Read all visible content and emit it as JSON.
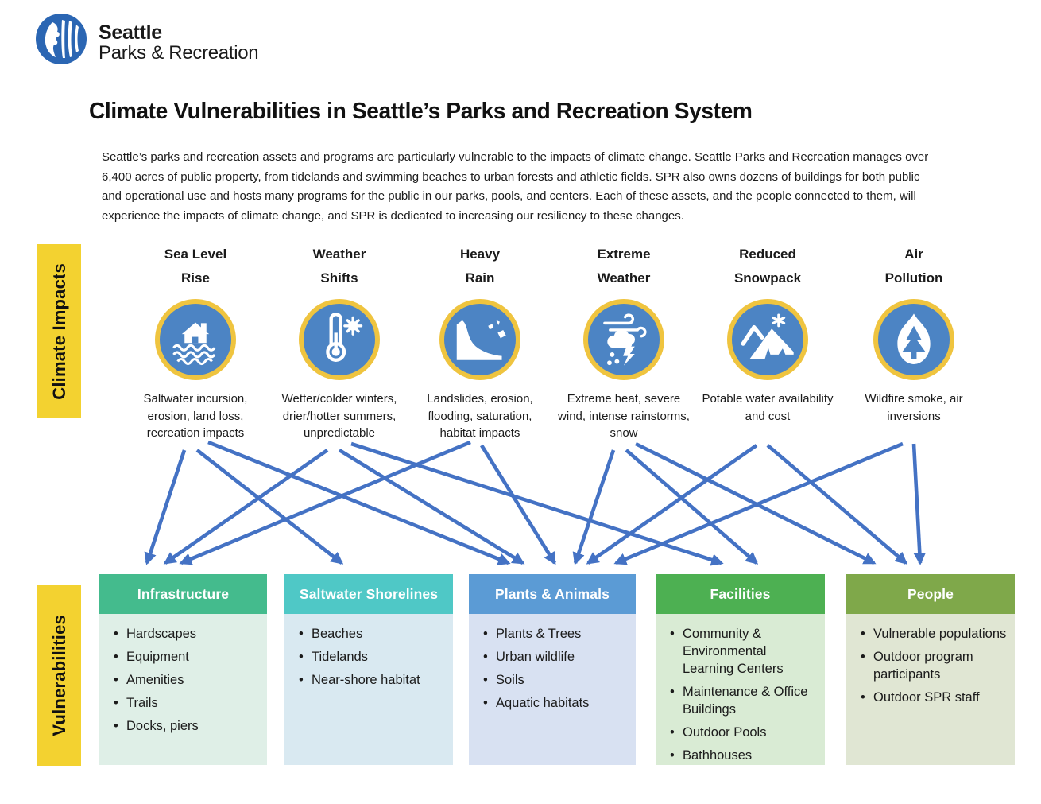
{
  "logo": {
    "brand_top": "Seattle",
    "brand_bottom": "Parks & Recreation"
  },
  "title": "Climate Vulnerabilities in Seattle’s Parks and Recreation System",
  "intro": "Seattle’s parks and recreation assets and programs are particularly vulnerable to the impacts of climate change. Seattle Parks and Recreation manages over 6,400 acres of public property, from tidelands and swimming beaches to urban forests and athletic fields. SPR also owns dozens of buildings for both public and operational use and hosts many programs for the public in our parks, pools, and centers. Each of these assets, and the people connected to them, will experience the impacts of climate change, and SPR is dedicated to increasing our resiliency to these changes.",
  "section_labels": {
    "impacts": "Climate Impacts",
    "vulnerabilities": "Vulnerabilities"
  },
  "impacts": [
    {
      "lines": [
        "Sea Level",
        "Rise"
      ],
      "icon": "flooded-house-icon",
      "description": "Saltwater incursion, erosion, land loss, recreation impacts"
    },
    {
      "lines": [
        "Weather",
        "Shifts"
      ],
      "icon": "thermometer-sun-icon",
      "description": "Wetter/colder winters, drier/hotter summers, unpredictable"
    },
    {
      "lines": [
        "Heavy",
        "Rain"
      ],
      "icon": "landslide-icon",
      "description": "Landslides, erosion, flooding, saturation, habitat impacts"
    },
    {
      "lines": [
        "Extreme",
        "Weather"
      ],
      "icon": "wind-storm-icon",
      "description": "Extreme heat, severe wind, intense rainstorms, snow"
    },
    {
      "lines": [
        "Reduced",
        "Snowpack"
      ],
      "icon": "snowy-mountain-icon",
      "description": "Potable water availability and cost"
    },
    {
      "lines": [
        "Air",
        "Pollution"
      ],
      "icon": "wildfire-icon",
      "description": "Wildfire smoke, air inversions"
    }
  ],
  "vulnerabilities": [
    {
      "title": "Infrastructure",
      "header_color": "#44BB8D",
      "body_color": "#DFEFE7",
      "items": [
        "Hardscapes",
        "Equipment",
        "Amenities",
        "Trails",
        "Docks, piers"
      ]
    },
    {
      "title": "Saltwater Shorelines",
      "header_color": "#4FC8C6",
      "body_color": "#D9E9F1",
      "items": [
        "Beaches",
        "Tidelands",
        "Near-shore habitat"
      ]
    },
    {
      "title": "Plants & Animals",
      "header_color": "#5B9BD5",
      "body_color": "#D8E1F2",
      "items": [
        "Plants & Trees",
        "Urban wildlife",
        "Soils",
        "Aquatic habitats"
      ]
    },
    {
      "title": "Facilities",
      "header_color": "#4DB052",
      "body_color": "#D9EBD4",
      "items": [
        "Community & Environmental Learning Centers",
        "Maintenance & Office Buildings",
        "Outdoor Pools",
        "Bathhouses"
      ]
    },
    {
      "title": "People",
      "header_color": "#7FA84A",
      "body_color": "#E0E6D3",
      "items": [
        "Vulnerable populations",
        "Outdoor program participants",
        "Outdoor SPR staff"
      ]
    }
  ],
  "arrows": {
    "color": "#4472C4",
    "connections": [
      {
        "from": "Sea Level Rise",
        "to": "Infrastructure"
      },
      {
        "from": "Sea Level Rise",
        "to": "Saltwater Shorelines"
      },
      {
        "from": "Sea Level Rise",
        "to": "Plants & Animals"
      },
      {
        "from": "Weather Shifts",
        "to": "Infrastructure"
      },
      {
        "from": "Weather Shifts",
        "to": "Plants & Animals"
      },
      {
        "from": "Weather Shifts",
        "to": "Facilities"
      },
      {
        "from": "Heavy Rain",
        "to": "Infrastructure"
      },
      {
        "from": "Heavy Rain",
        "to": "Plants & Animals"
      },
      {
        "from": "Extreme Weather",
        "to": "Plants & Animals"
      },
      {
        "from": "Extreme Weather",
        "to": "Facilities"
      },
      {
        "from": "Extreme Weather",
        "to": "People"
      },
      {
        "from": "Reduced Snowpack",
        "to": "Plants & Animals"
      },
      {
        "from": "Reduced Snowpack",
        "to": "People"
      },
      {
        "from": "Air Pollution",
        "to": "Plants & Animals"
      },
      {
        "from": "Air Pollution",
        "to": "People"
      }
    ]
  },
  "colors": {
    "section_label_yellow": "#F3D230",
    "icon_ring_gold": "#EFC43F",
    "icon_fill_blue": "#4C84C4",
    "logo_blue": "#2B66B3"
  }
}
